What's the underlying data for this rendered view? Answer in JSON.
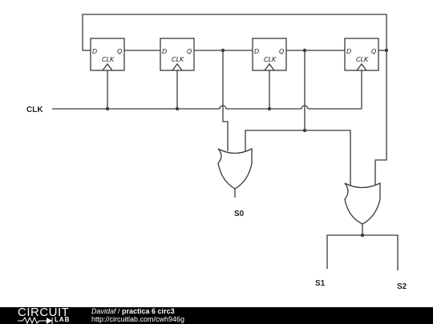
{
  "diagram": {
    "flipflops": [
      {
        "d": "D",
        "q": "Q",
        "clk": "CLK"
      },
      {
        "d": "D",
        "q": "Q",
        "clk": "CLK"
      },
      {
        "d": "D",
        "q": "Q",
        "clk": "CLK"
      },
      {
        "d": "D",
        "q": "Q",
        "clk": "CLK"
      }
    ],
    "clock_label": "CLK",
    "outputs": {
      "s0": "S0",
      "s1": "S1",
      "s2": "S2"
    }
  },
  "footer": {
    "logo_top": "CIRCUIT",
    "logo_bottom": "LAB",
    "author": "Davidaf",
    "separator": " / ",
    "title": "practica 6 circ3",
    "url": "http://circuitlab.com/cwh946g"
  }
}
